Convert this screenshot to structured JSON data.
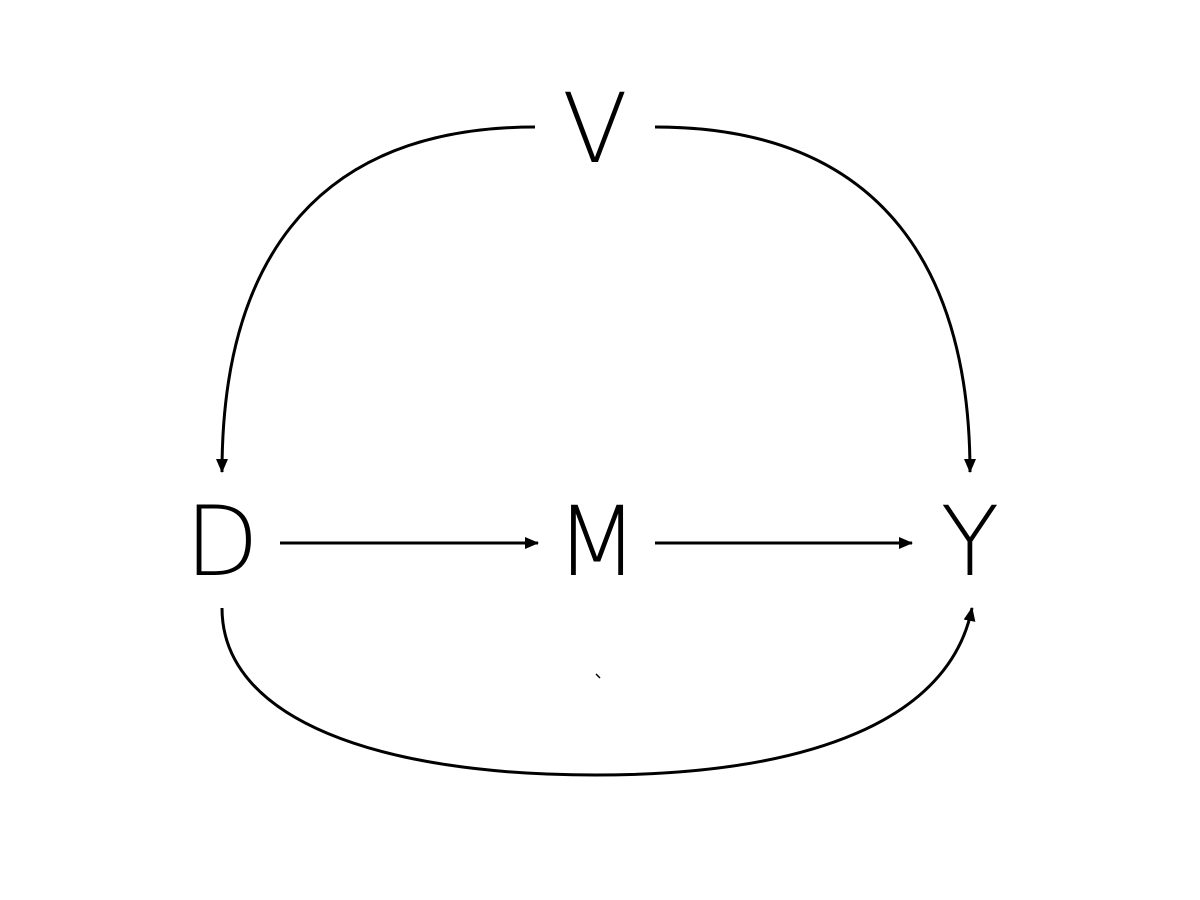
{
  "diagram": {
    "type": "directed-acyclic-graph",
    "nodes": [
      {
        "id": "V",
        "label": "V"
      },
      {
        "id": "D",
        "label": "D"
      },
      {
        "id": "M",
        "label": "M"
      },
      {
        "id": "Y",
        "label": "Y"
      }
    ],
    "edges": [
      {
        "from": "V",
        "to": "D",
        "shape": "curved"
      },
      {
        "from": "V",
        "to": "Y",
        "shape": "curved"
      },
      {
        "from": "D",
        "to": "M",
        "shape": "straight"
      },
      {
        "from": "M",
        "to": "Y",
        "shape": "straight"
      },
      {
        "from": "D",
        "to": "Y",
        "shape": "curved"
      }
    ],
    "colors": {
      "background": "#ffffff",
      "ink": "#000000"
    }
  }
}
